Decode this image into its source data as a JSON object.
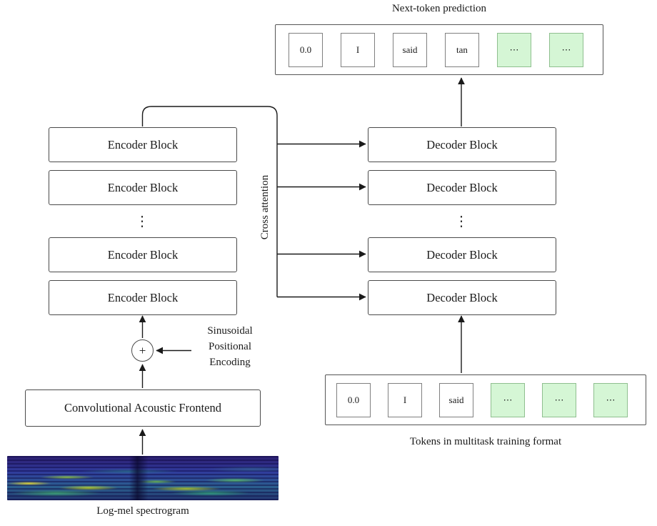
{
  "output_row": {
    "label": "Next-token prediction",
    "tokens": [
      {
        "text": "0.0",
        "highlight": false
      },
      {
        "text": "I",
        "highlight": false
      },
      {
        "text": "said",
        "highlight": false
      },
      {
        "text": "tan",
        "highlight": false
      },
      {
        "text": "⋯",
        "highlight": true
      },
      {
        "text": "⋯",
        "highlight": true
      }
    ]
  },
  "encoder": {
    "blocks": [
      "Encoder Block",
      "Encoder Block",
      "Encoder Block",
      "Encoder Block"
    ],
    "ellipsis": "⋮"
  },
  "decoder": {
    "blocks": [
      "Decoder Block",
      "Decoder Block",
      "Decoder Block",
      "Decoder Block"
    ],
    "ellipsis": "⋮"
  },
  "cross_attention_label": "Cross attention",
  "positional_encoding": {
    "plus": "+",
    "lines": [
      "Sinusoidal",
      "Positional",
      "Encoding"
    ]
  },
  "frontend_label": "Convolutional Acoustic Frontend",
  "spectrogram_caption": "Log-mel spectrogram",
  "input_row": {
    "caption": "Tokens in multitask training format",
    "tokens": [
      {
        "text": "0.0",
        "highlight": false
      },
      {
        "text": "I",
        "highlight": false
      },
      {
        "text": "said",
        "highlight": false
      },
      {
        "text": "⋯",
        "highlight": true
      },
      {
        "text": "⋯",
        "highlight": true
      },
      {
        "text": "⋯",
        "highlight": true
      }
    ]
  },
  "colors": {
    "token_highlight": "#d5f6d5",
    "block_border": "#4a4a4a",
    "arrow": "#1a1a1a"
  }
}
